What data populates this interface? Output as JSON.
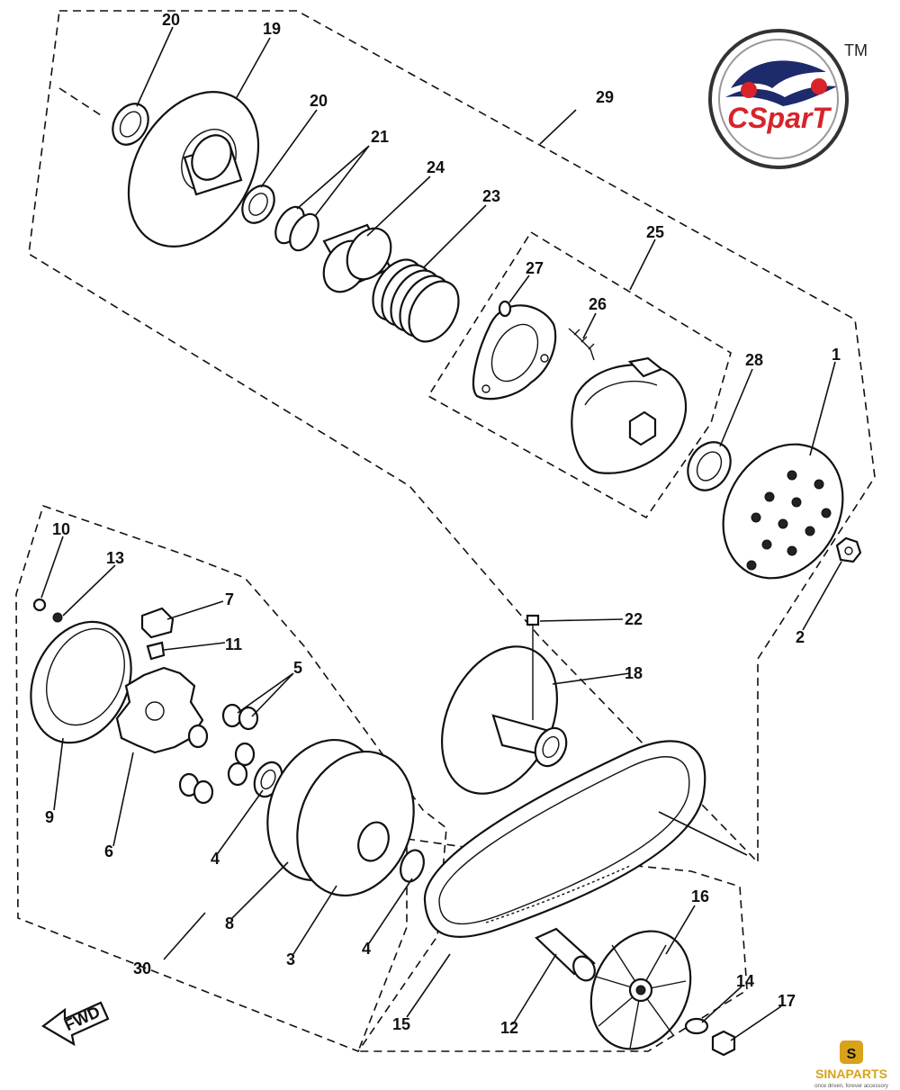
{
  "brand": {
    "logo_text": "CSparT",
    "trademark": "TM",
    "red": "#d8232a",
    "navy": "#1d2a6b"
  },
  "watermark": {
    "name": "SINAPARTS",
    "tagline": "once driven, forever accessory",
    "gold": "#d9a21b"
  },
  "direction_arrow": {
    "label": "FWD"
  },
  "callouts": {
    "c1": "1",
    "c2": "2",
    "c3": "3",
    "c4a": "4",
    "c4b": "4",
    "c5": "5",
    "c6": "6",
    "c7": "7",
    "c8": "8",
    "c9": "9",
    "c10": "10",
    "c11": "11",
    "c12": "12",
    "c13": "13",
    "c14": "14",
    "c15": "15",
    "c16": "16",
    "c17": "17",
    "c18": "18",
    "c19": "19",
    "c20a": "20",
    "c20b": "20",
    "c21": "21",
    "c22": "22",
    "c23": "23",
    "c24": "24",
    "c25": "25",
    "c26": "26",
    "c27": "27",
    "c28": "28",
    "c29": "29",
    "c30": "30"
  }
}
